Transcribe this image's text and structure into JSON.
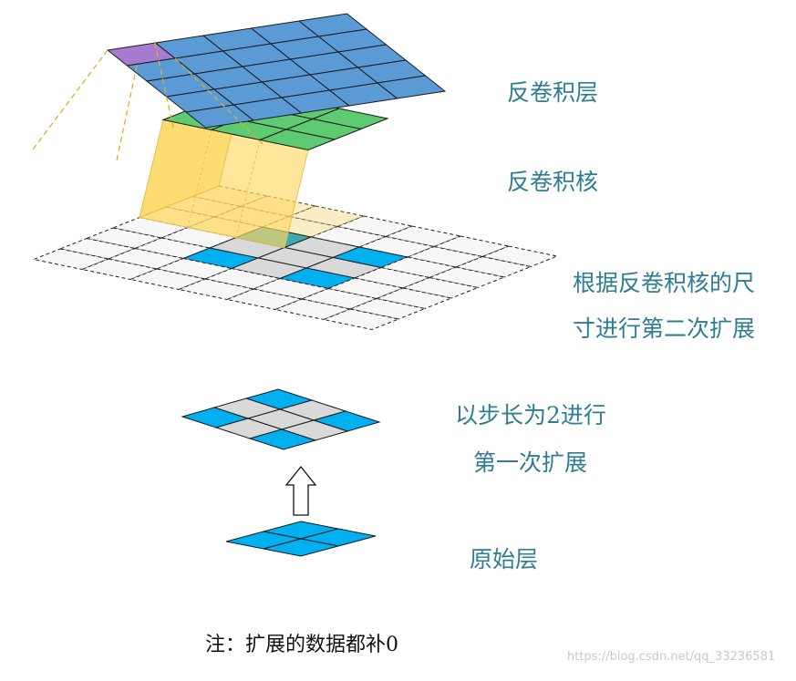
{
  "labels": {
    "deconv_layer": "反卷积层",
    "deconv_kernel": "反卷积核",
    "second_expand_line1": "根据反卷积核的尺",
    "second_expand_line2": "寸进行第二次扩展",
    "first_expand_line1": "以步长为2进行",
    "first_expand_line2": "第一次扩展",
    "original_layer": "原始层"
  },
  "note": "注：扩展的数据都补0",
  "watermark": "https://blog.csdn.net/qq_33236581",
  "layers": {
    "original": {
      "size": 2
    },
    "first_expansion": {
      "size": 3,
      "blue_cells": [
        [
          0,
          0
        ],
        [
          0,
          2
        ],
        [
          2,
          0
        ],
        [
          2,
          2
        ]
      ]
    },
    "second_expansion": {
      "size": 7,
      "blue_cells": [
        [
          2,
          2
        ],
        [
          2,
          4
        ],
        [
          4,
          2
        ],
        [
          4,
          4
        ]
      ],
      "gray_cells": [
        [
          2,
          3
        ],
        [
          3,
          2
        ],
        [
          3,
          3
        ],
        [
          3,
          4
        ],
        [
          4,
          3
        ]
      ]
    },
    "kernel": {
      "size": 3
    },
    "output": {
      "size": 5,
      "highlight_cell": [
        0,
        0
      ]
    }
  },
  "colors": {
    "input_blue": "#00b0f0",
    "expansion_gray": "#d9d9d9",
    "kernel_green": "#5ecb72",
    "kernel_yellow": "#ffd966",
    "output_blue": "#5b9bd5",
    "highlight_purple": "#a77bcf",
    "overlap_teal": "#3aa7a8",
    "dashed_line": "#e0b020",
    "label_teal": "#2f7d95"
  }
}
